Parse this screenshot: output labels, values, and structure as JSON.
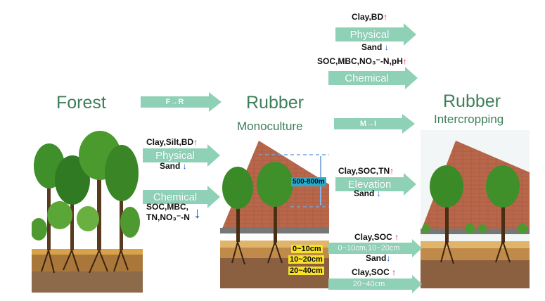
{
  "titles": {
    "forest": "Forest",
    "rubber_mono_1": "Rubber",
    "rubber_mono_2": "Monoculture",
    "rubber_inter_1": "Rubber",
    "rubber_inter_2": "Intercropping"
  },
  "arrows": {
    "f_to_r": "F→R",
    "m_to_i": "M→I",
    "physical_top": "Physical",
    "chemical_top": "Chemical",
    "physical_left": "Physical",
    "chemical_left": "Chemical",
    "elevation": "Elevation",
    "depth_0_20": "0~10cm,10~20cm",
    "depth_20_40": "20~40cm"
  },
  "labels": {
    "top_phys_up": "Clay,BD",
    "top_phys_down": "Sand",
    "top_chem_up": "SOC,MBC,NO₃⁻-N,pH",
    "left_phys_up": "Clay,Silt,BD",
    "left_phys_down": "Sand",
    "left_chem_down_1": "SOC,MBC,",
    "left_chem_down_2": "TN,NO₃⁻-N",
    "elev_up": "Clay,SOC,TN",
    "elev_down": "Sand",
    "depth1_up": "Clay,SOC",
    "depth1_down": "Sand",
    "depth2_up": "Clay,SOC",
    "elevation_range": "500-800m",
    "depth_a": "0~10cm",
    "depth_b": "10~20cm",
    "depth_c": "20~40cm",
    "arrow_up": "↑",
    "arrow_down": "↓"
  },
  "colors": {
    "title_green": "#3d7f5a",
    "arrow_fill": "#8fd1b6",
    "increase": "#e0141e",
    "decrease": "#1b57c9",
    "depth_highlight": "#f7e12a",
    "elevation_badge": "#2aa9c9"
  }
}
